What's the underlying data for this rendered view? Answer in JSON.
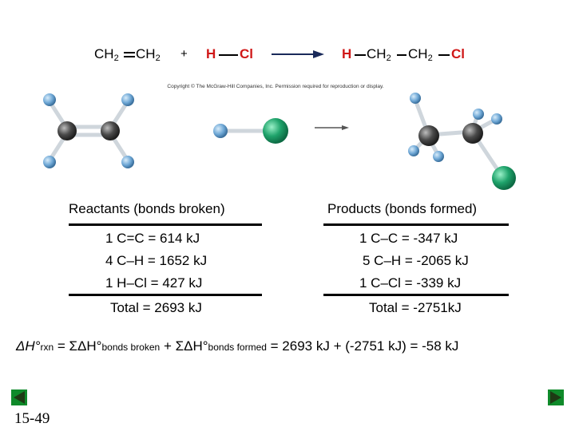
{
  "equation": {
    "r1": "CH",
    "r1_sub": "2",
    "r2": "CH",
    "r2_sub": "2",
    "plus": "+",
    "h": "H",
    "cl": "Cl",
    "p_h": "H",
    "p1": "CH",
    "p1_sub": "2",
    "p2": "CH",
    "p2_sub": "2",
    "p_cl": "Cl"
  },
  "copyright": "Copyright © The McGraw-Hill Companies, Inc. Permission required for reproduction or display.",
  "table": {
    "reactants_header": "Reactants (bonds broken)",
    "products_header": "Products (bonds formed)",
    "reactants": [
      "1 C=C =  614 kJ",
      "4 C–H = 1652 kJ",
      "1 H–Cl =  427 kJ"
    ],
    "products": [
      "1 C–C =  -347 kJ",
      "5 C–H = -2065 kJ",
      "1 C–Cl =   -339 kJ"
    ],
    "reactants_total": "Total  = 2693 kJ",
    "products_total": "Total  = -2751kJ"
  },
  "summary": {
    "delta_h": "ΔH°",
    "rxn": "rxn",
    "eq1": " = ΣΔH°",
    "broken": "bonds broken",
    "eq2": " + ΣΔH°",
    "formed": "bonds formed",
    "result": " = 2693 kJ + (-2751 kJ) = -58 kJ"
  },
  "slide_number": "15-49",
  "colors": {
    "hydrogen": "#6fa8d6",
    "carbon": "#4a4a4a",
    "chlorine": "#1fa36b",
    "nav_green": "#0f8a2a",
    "highlight_red": "#d01818"
  }
}
